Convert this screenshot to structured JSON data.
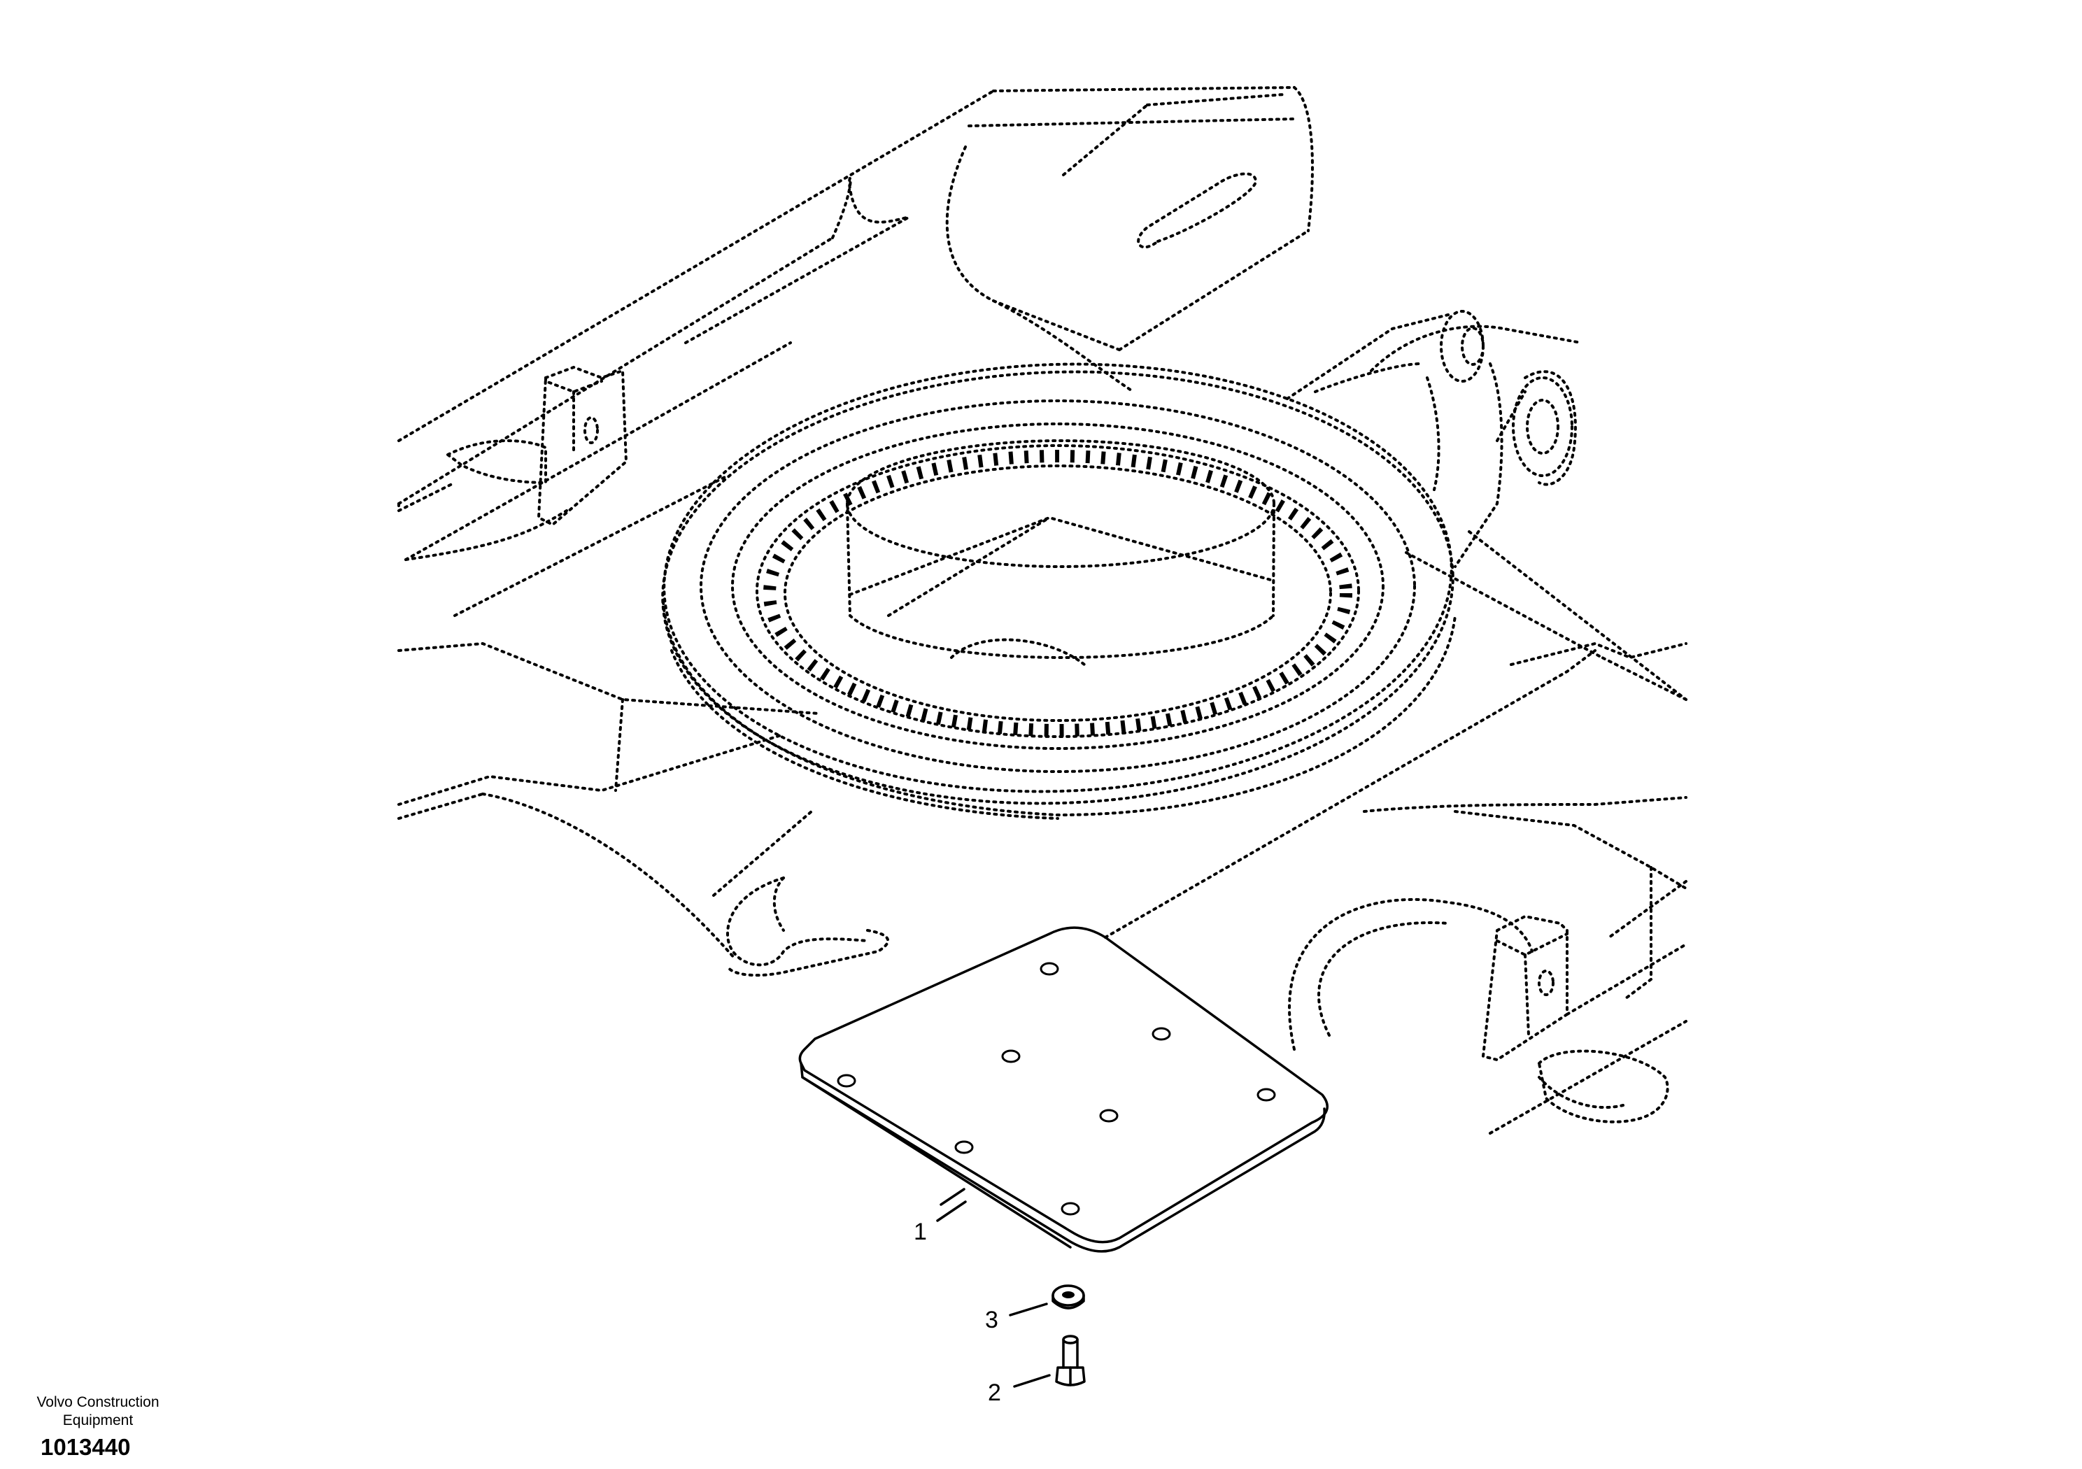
{
  "callouts": [
    {
      "id": "1",
      "label": "1"
    },
    {
      "id": "2",
      "label": "2"
    },
    {
      "id": "3",
      "label": "3"
    }
  ],
  "footer": {
    "publisher_line1": "Volvo Construction",
    "publisher_line2": "Equipment",
    "drawing_number": "1013440"
  }
}
